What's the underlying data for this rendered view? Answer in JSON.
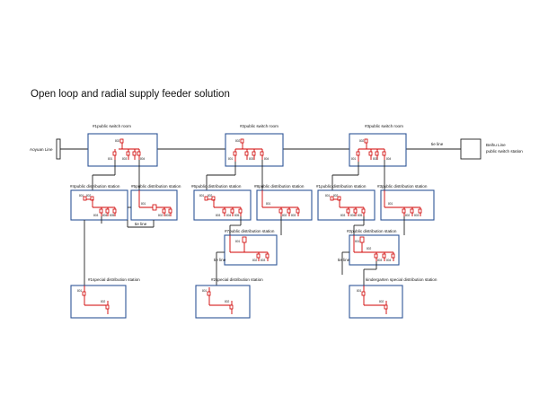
{
  "title": "Open loop and radial supply feeder solution",
  "labels": {
    "source_left": "Aoyuan Line",
    "source_right_1": "Beihu Line",
    "source_right_2": "public switch station",
    "tie_line": "tie line"
  },
  "switch_rooms": [
    {
      "name": "#1public switch room",
      "breakers": [
        "802",
        "801",
        "803",
        "804"
      ]
    },
    {
      "name": "#2public switch room",
      "breakers": [
        "802",
        "801",
        "803",
        "804"
      ]
    },
    {
      "name": "#3public switch room",
      "breakers": [
        "802",
        "801",
        "803",
        "804"
      ]
    }
  ],
  "distribution_stations": [
    {
      "name": "#4public distribution station",
      "breakers": [
        "801",
        "802",
        "803",
        "804",
        "805"
      ]
    },
    {
      "name": "#5public distribution station",
      "breakers": [
        "801",
        "802",
        "803"
      ]
    },
    {
      "name": "#6public distribution station",
      "breakers": [
        "801",
        "802",
        "803",
        "804",
        "805"
      ]
    },
    {
      "name": "#8public distribution station",
      "breakers": [
        "801",
        "802",
        "803"
      ]
    },
    {
      "name": "#1public distribution station",
      "breakers": [
        "801",
        "802",
        "803",
        "804",
        "805"
      ]
    },
    {
      "name": "#3public distribution station",
      "breakers": [
        "801",
        "802",
        "803"
      ]
    },
    {
      "name": "#7public distribution station",
      "breakers": [
        "801",
        "802",
        "803"
      ]
    },
    {
      "name": "#2public distribution station",
      "breakers": [
        "801",
        "802",
        "803",
        "804"
      ]
    }
  ],
  "special_stations": [
    {
      "name": "#1special distribution station",
      "breakers": [
        "801",
        "802"
      ]
    },
    {
      "name": "#2special distribution station",
      "breakers": [
        "801",
        "802"
      ]
    },
    {
      "name": "kindergarten special distribution station",
      "breakers": [
        "801",
        "802"
      ]
    }
  ],
  "colors": {
    "box": "#2f5597",
    "switch": "#d00000",
    "line": "#222222"
  }
}
